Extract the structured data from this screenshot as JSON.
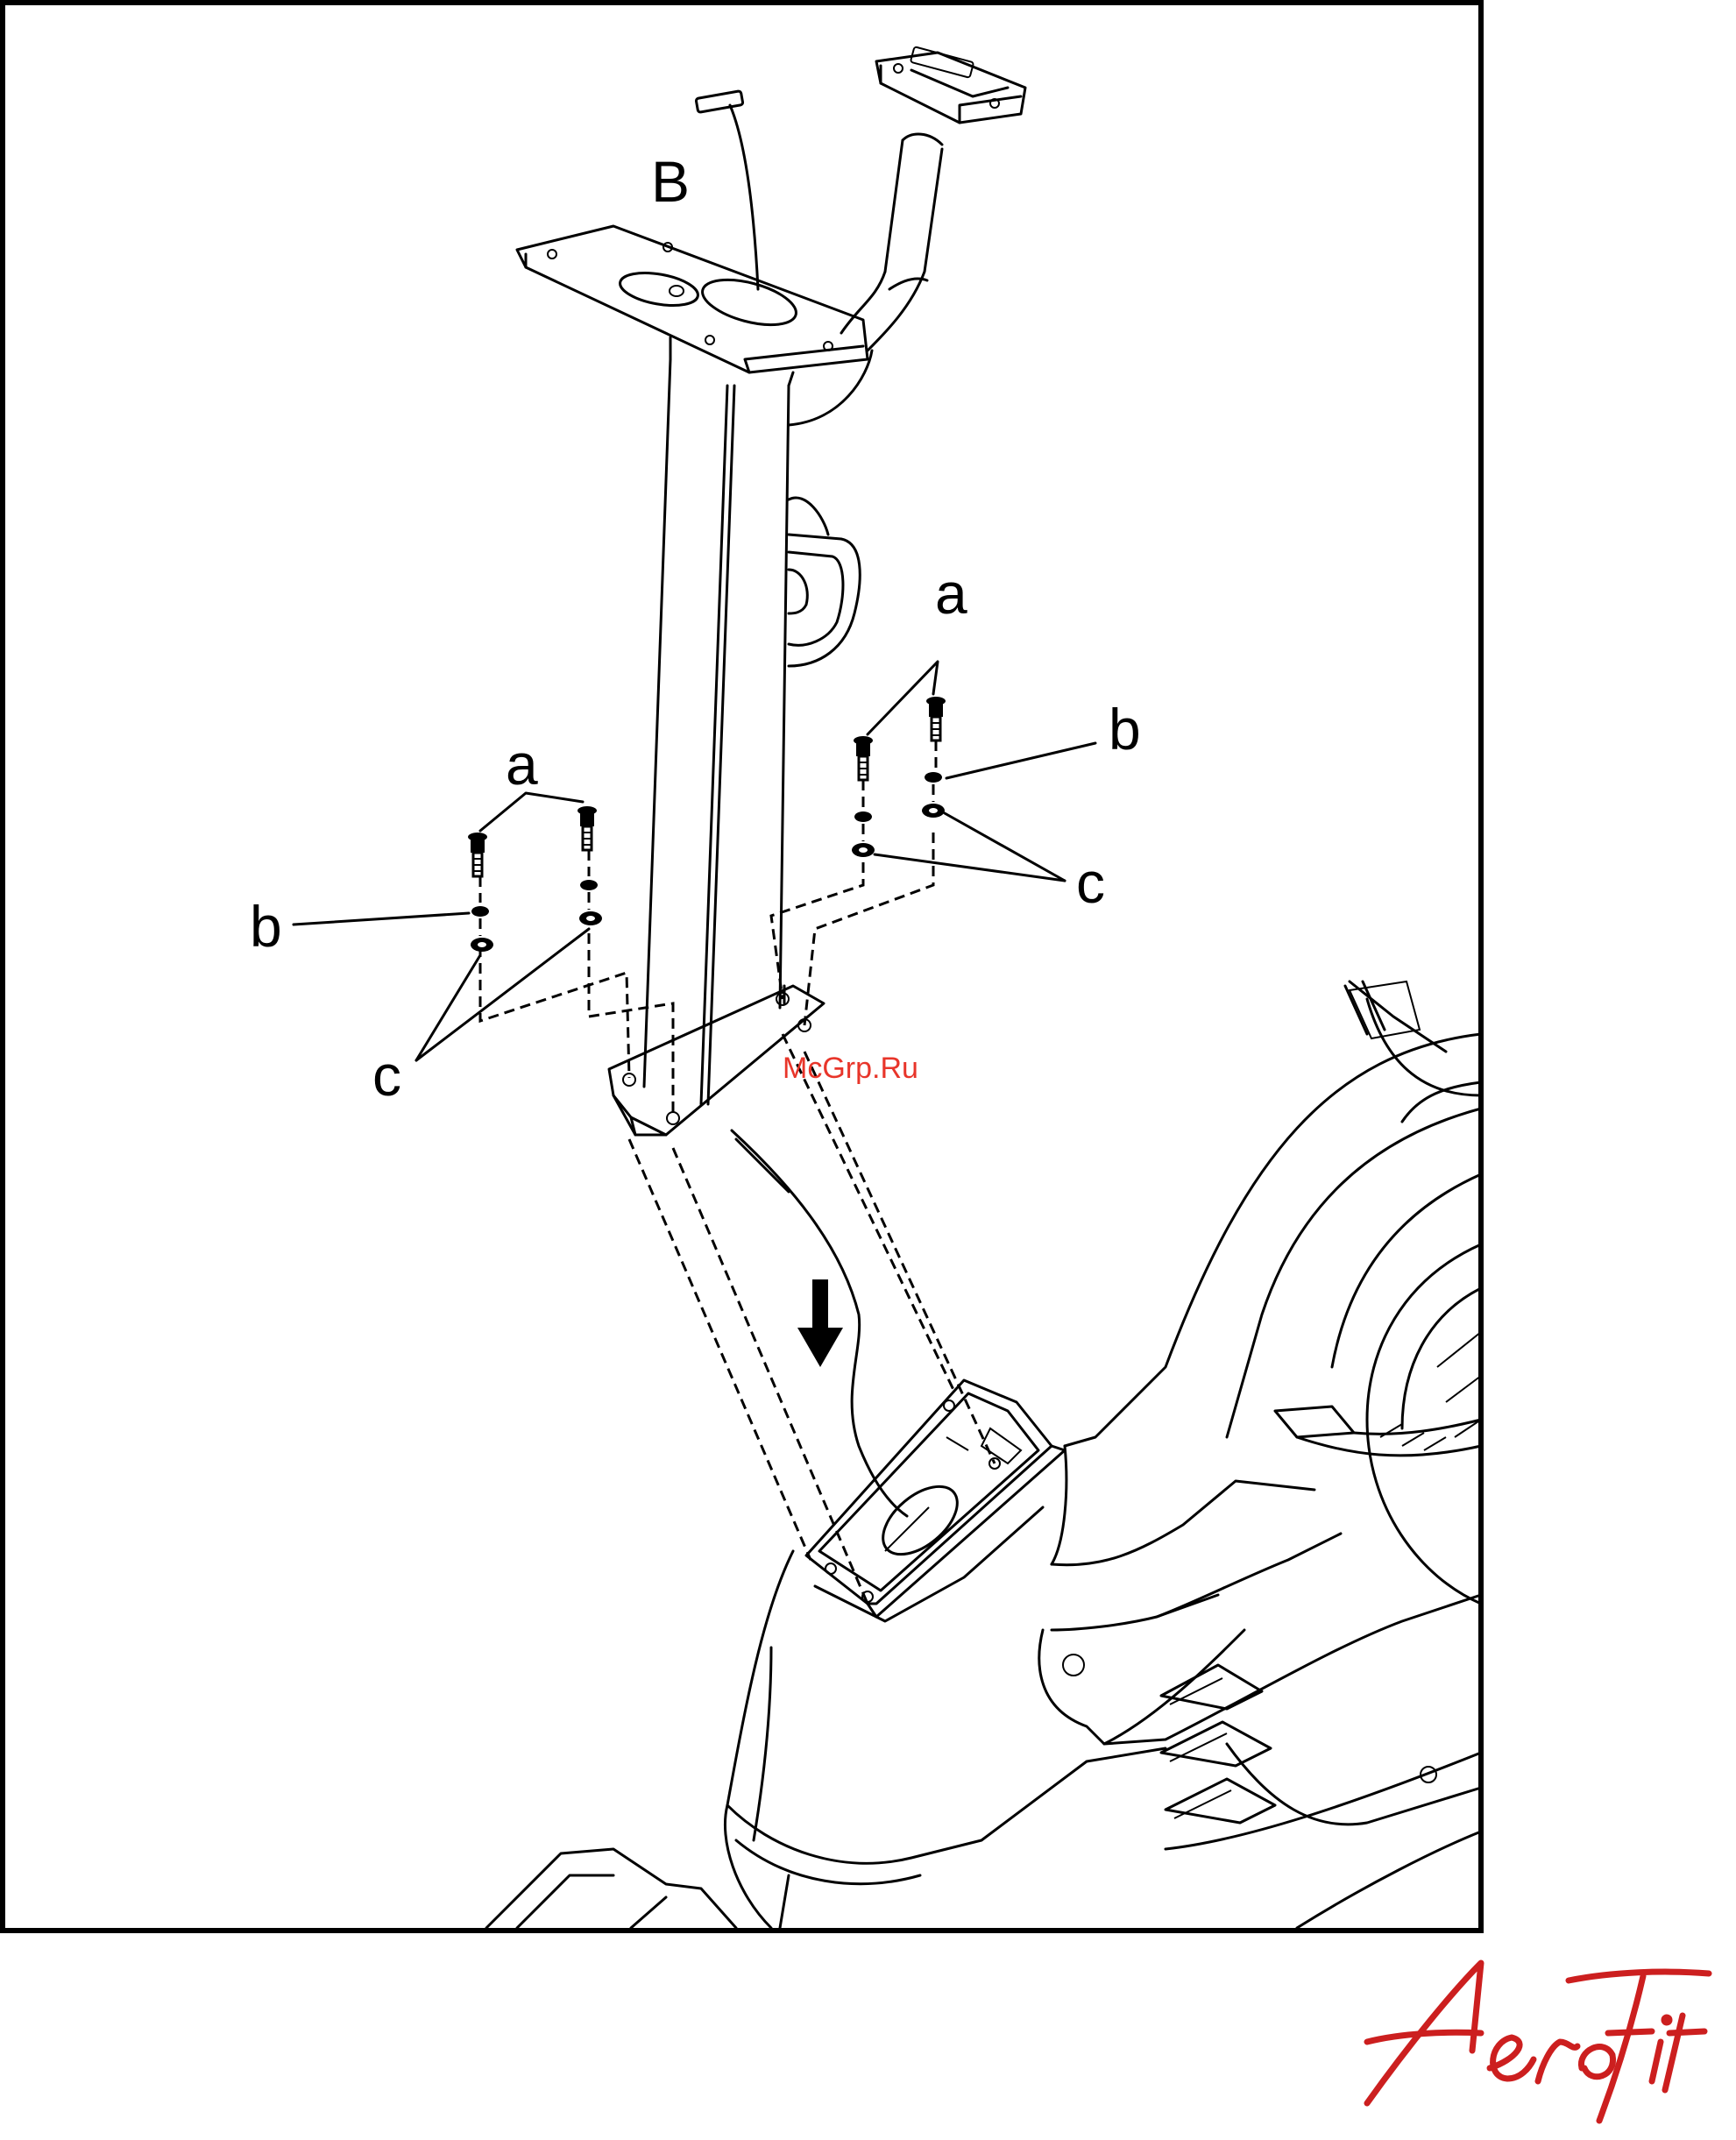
{
  "labels": {
    "cable": "B",
    "bolt": "a",
    "washer": "b",
    "lock_washer": "c"
  },
  "watermark": "McGrp.Ru",
  "brand": "AeroFit",
  "colors": {
    "line": "#000000",
    "watermark": "#e8352a",
    "brand": "#cc1f1f",
    "background": "#ffffff"
  }
}
